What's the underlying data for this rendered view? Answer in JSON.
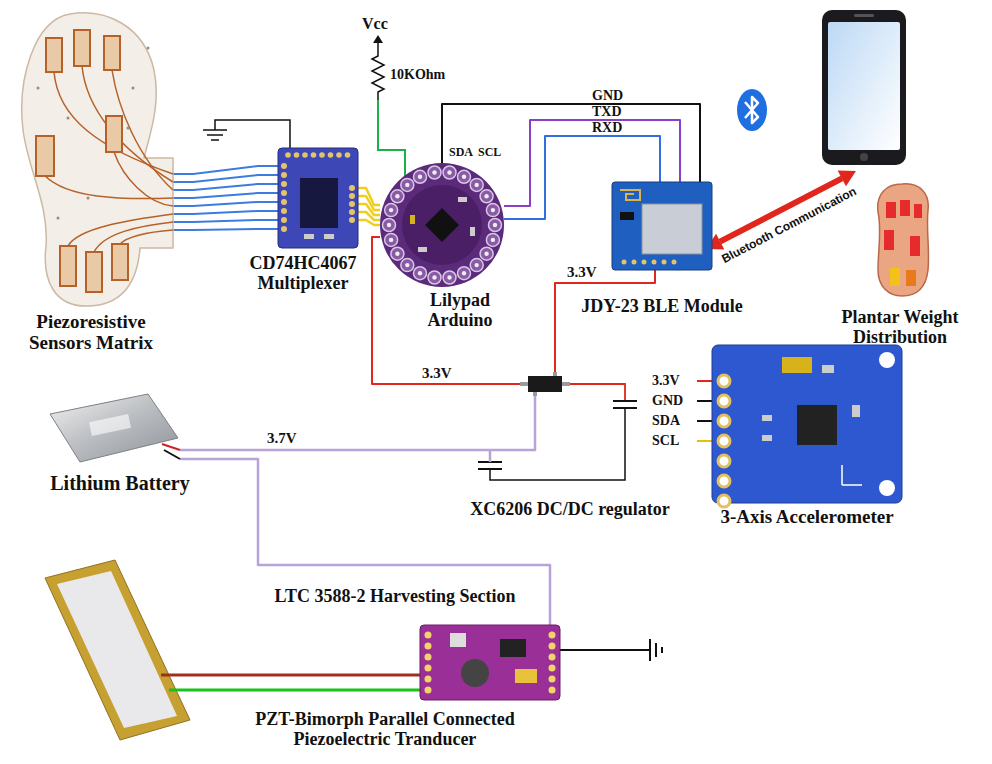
{
  "diagram": {
    "nodes": [
      {
        "text": [
          "Piezoresistive Sensors Matrix"
        ]
      },
      {
        "text": [
          "CD74HC4067 Multiplexer"
        ]
      },
      {
        "text": [
          "Lilypad Arduino"
        ]
      },
      {
        "text": [
          "JDY-23 BLE Module"
        ]
      },
      {
        "text": [
          "Plantar Weight Distribution"
        ]
      },
      {
        "text": [
          "Lithium Battery"
        ]
      },
      {
        "text": [
          "XC6206 DC/DC regulator"
        ]
      },
      {
        "text": [
          "3-Axis Accelerometer"
        ]
      },
      {
        "text": [
          "LTC 3588-2 Harvesting Section"
        ]
      },
      {
        "text": [
          "PZT-Bimorph Parallel Connected Piezoelectric Tranducer"
        ]
      }
    ],
    "edges": [
      {
        "from": 0,
        "to": 1,
        "arrow": "none"
      },
      {
        "from": 1,
        "to": 2,
        "arrow": "none"
      },
      {
        "from": 2,
        "to": 3,
        "label": "GND",
        "arrow": "none"
      },
      {
        "from": 2,
        "to": 3,
        "label": "TXD",
        "arrow": "none"
      },
      {
        "from": 2,
        "to": 3,
        "label": "RXD",
        "arrow": "none"
      },
      {
        "from": 2,
        "to": 6,
        "label": "3.3V",
        "arrow": "none"
      },
      {
        "from": 6,
        "to": 3,
        "label": "3.3V",
        "arrow": "none"
      },
      {
        "from": 5,
        "to": 6,
        "label": "3.7V",
        "arrow": "none"
      },
      {
        "from": 8,
        "to": 5,
        "arrow": "none"
      },
      {
        "from": 9,
        "to": 8,
        "arrow": "none"
      }
    ],
    "labels": [
      "Vcc",
      "10KOhm",
      "SDA",
      "SCL",
      "Bluetooth Communication",
      "3.3V",
      "GND",
      "SDA",
      "SCL"
    ]
  }
}
